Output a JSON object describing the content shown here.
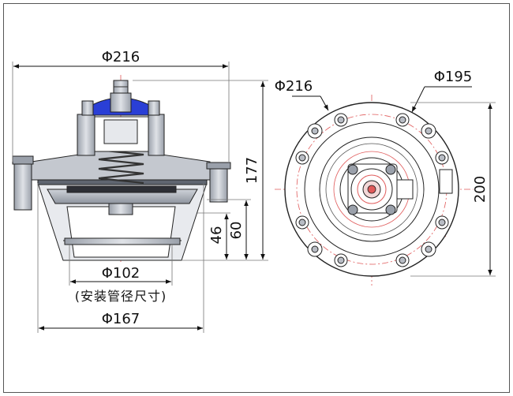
{
  "drawing": {
    "side_view": {
      "top_width_label": "Φ216",
      "height_label": "177",
      "dim_60_label": "60",
      "dim_46_label": "46",
      "pipe_dia_label": "Φ102",
      "pipe_note_label": "(安装管径尺寸)",
      "base_dia_label": "Φ167"
    },
    "top_view": {
      "outer_dia_label": "Φ216",
      "bolt_circle_label": "Φ195",
      "height_label": "200"
    }
  },
  "colors": {
    "line": "#111111",
    "center_line": "#e05a5a",
    "body_gray": "#b8bcc4",
    "diaphragm_blue": "#2a3fd6"
  }
}
